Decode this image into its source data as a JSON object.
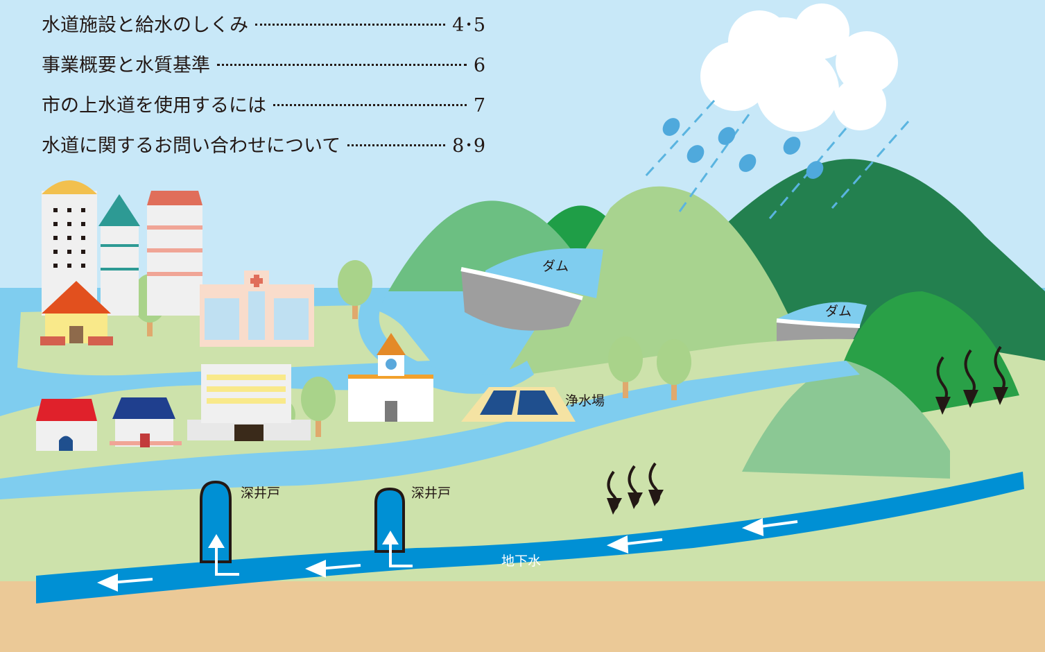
{
  "toc": [
    {
      "title": "水道施設と給水のしくみ",
      "page": "4･5"
    },
    {
      "title": "事業概要と水質基準",
      "page": "6"
    },
    {
      "title": "市の上水道を使用するには",
      "page": "7"
    },
    {
      "title": "水道に関するお問い合わせについて",
      "page": "8･9"
    }
  ],
  "labels": {
    "dam_1": "ダム",
    "dam_2": "ダム",
    "purification_plant": "浄水場",
    "deep_well_1": "深井戸",
    "deep_well_2": "深井戸",
    "groundwater": "地下水"
  },
  "colors": {
    "sky": "#c8e8f8",
    "water": "#7fcdef",
    "groundwater": "#0090d4",
    "land": "#cde2ab",
    "soil": "#ebc997",
    "mountain_light": "#9ccf8a",
    "mountain_dark": "#23804f"
  }
}
